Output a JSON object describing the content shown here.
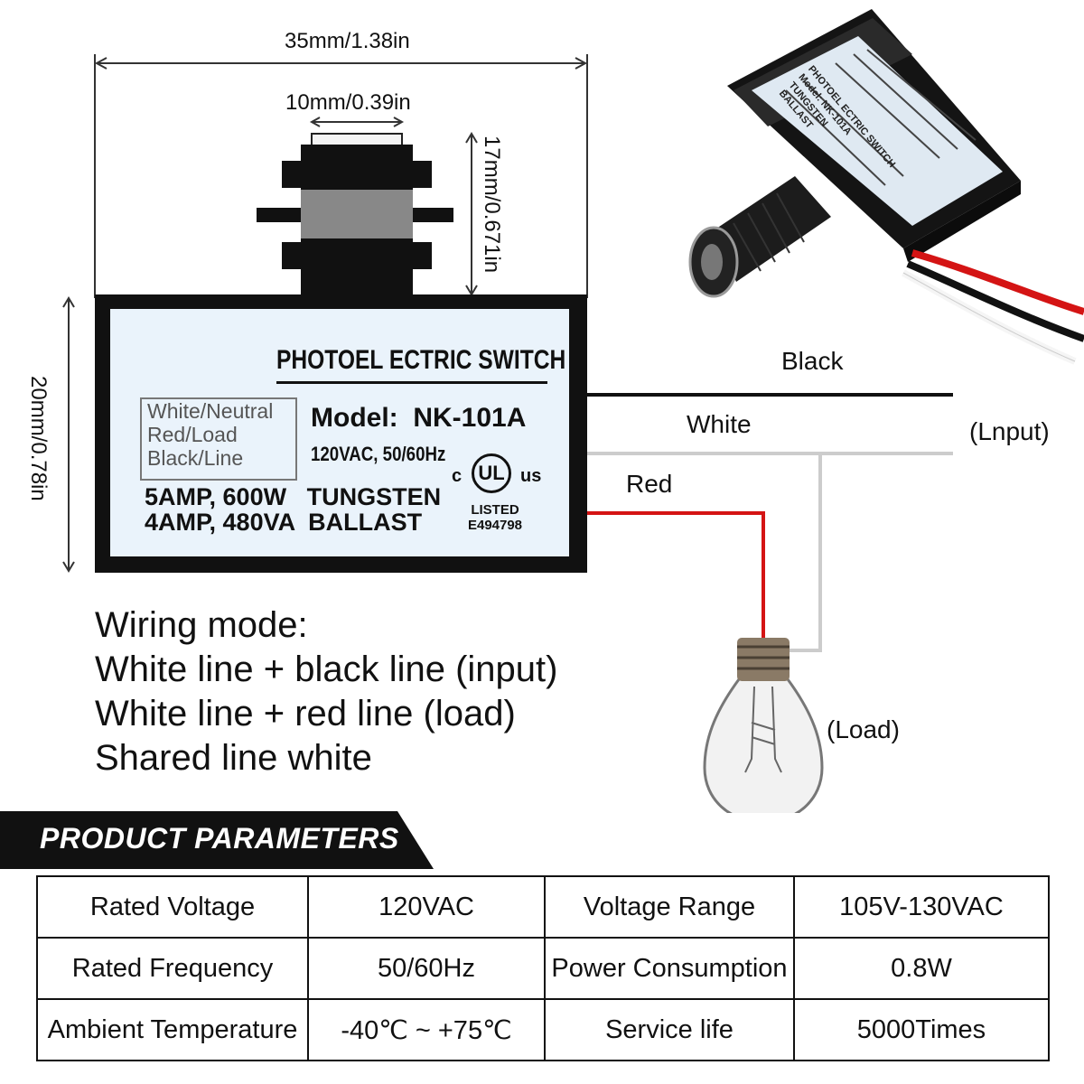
{
  "dimensions": {
    "width_total": "35mm/1.38in",
    "sensor_width": "10mm/0.39in",
    "sensor_height": "17mm/0.671in",
    "body_height": "20mm/0.78in"
  },
  "device_label": {
    "title": "PHOTOEL ECTRIC SWITCH",
    "wiring_box": [
      "White/Neutral",
      "Red/Load",
      "Black/Line"
    ],
    "model": "Model:  NK-101A",
    "voltage": "120VAC, 50/60Hz",
    "rating_line1": "5AMP, 600W   TUNGSTEN",
    "rating_line2": "4AMP, 480VA  BALLAST",
    "cert_left": "c",
    "cert_mark": "UL",
    "cert_right": "us",
    "listed": "LISTED",
    "file_no": "E494798"
  },
  "wires": {
    "black": "Black",
    "white": "White",
    "red": "Red",
    "input": "(Lnput)",
    "load": "(Load)",
    "colors": {
      "black": "#111111",
      "white": "#cccccc",
      "red": "#d41414"
    }
  },
  "wiring_mode": [
    "Wiring mode:",
    "White line + black line (input)",
    "White line + red line (load)",
    "Shared line white"
  ],
  "parameters": {
    "title": "PRODUCT PARAMETERS",
    "rows": [
      [
        "Rated Voltage",
        "120VAC",
        "Voltage Range",
        "105V-130VAC"
      ],
      [
        "Rated Frequency",
        "50/60Hz",
        "Power Consumption",
        "0.8W"
      ],
      [
        "Ambient Temperature",
        "-40℃ ~ +75℃",
        "Service life",
        "5000Times"
      ]
    ]
  },
  "product_photo_label": [
    "PHOTOEL ECTRIC SWITCH",
    "Model: NK-101A",
    "TUNGSTEN",
    "BALLAST"
  ]
}
